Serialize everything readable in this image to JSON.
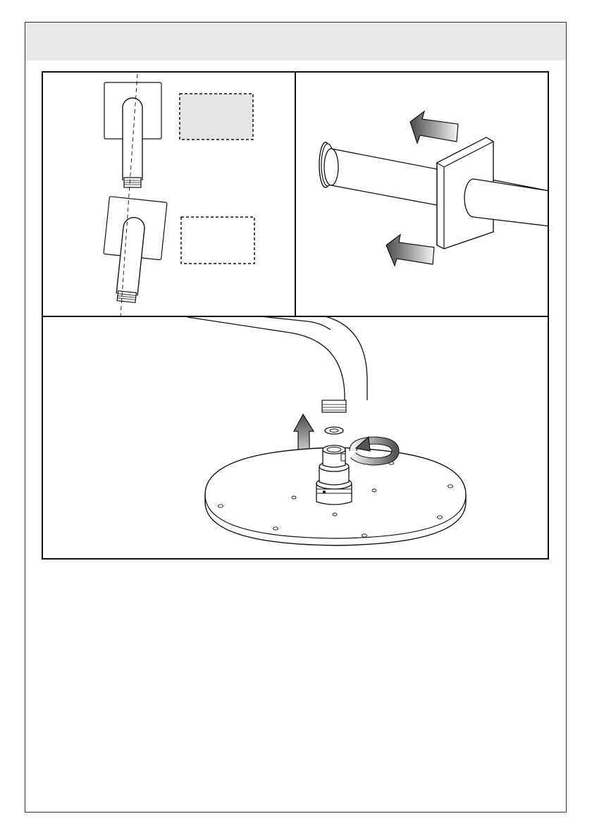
{
  "page": {
    "header_color": "#e8e8e8",
    "line_color": "#111111",
    "arrow_gradient_dark": "#555555",
    "arrow_gradient_light": "#f2f2f2"
  },
  "figures": [
    {
      "id": "fig-1",
      "contents": [
        "straight-arm-icon",
        "tilted-arm-icon",
        "shaded-dashed-box",
        "empty-dashed-box"
      ]
    },
    {
      "id": "fig-2",
      "contents": [
        "wall-flange-icon",
        "pipe-icon",
        "slide-arrow-icon"
      ]
    },
    {
      "id": "fig-3",
      "contents": [
        "curved-arm-icon",
        "washer-icon",
        "connector-icon",
        "shower-head-icon",
        "up-arrow-icon",
        "rotate-arrow-icon"
      ]
    }
  ]
}
